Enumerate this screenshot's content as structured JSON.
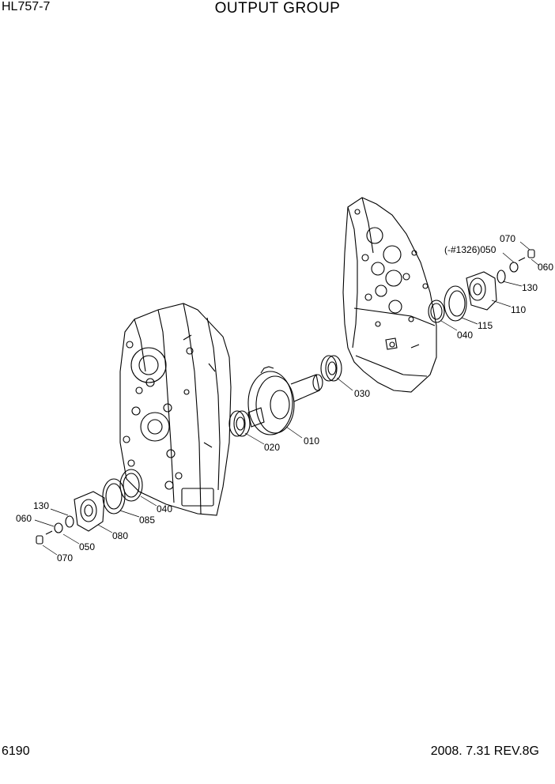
{
  "header": {
    "model": "HL757-7",
    "title": "OUTPUT GROUP"
  },
  "footer": {
    "page_number": "6190",
    "revision": "2008. 7.31  REV.8G"
  },
  "callouts": {
    "c010": "010",
    "c020": "020",
    "c030": "030",
    "c040_right": "040",
    "c040_left": "040",
    "c050_right": "(-#1326)050",
    "c050_left": "050",
    "c060_right": "060",
    "c060_left": "060",
    "c070_right": "070",
    "c070_left": "070",
    "c080": "080",
    "c085": "085",
    "c110": "110",
    "c115": "115",
    "c130_right": "130",
    "c130_left": "130"
  }
}
